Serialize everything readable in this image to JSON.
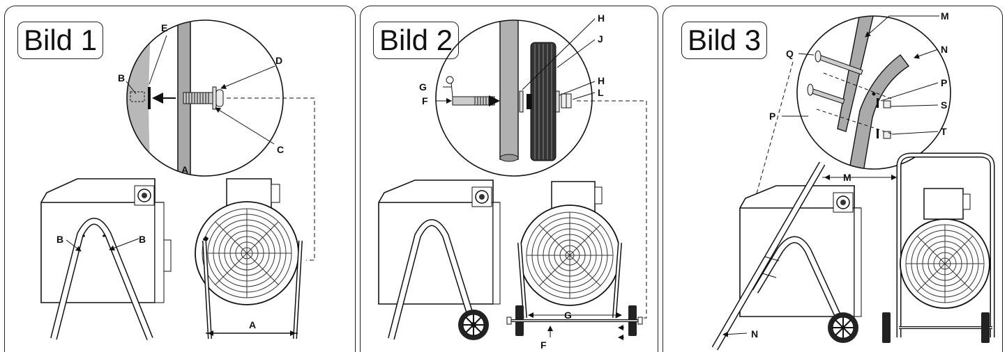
{
  "panels": [
    {
      "title": "Bild 1",
      "labels": {
        "E": "E",
        "D": "D",
        "B_top": "B",
        "C": "C",
        "A_inset": "A",
        "B_left": "B",
        "B_right": "B",
        "A_dim": "A"
      }
    },
    {
      "title": "Bild 2",
      "labels": {
        "H_top": "H",
        "J": "J",
        "H_mid": "H",
        "G_top": "G",
        "L": "L",
        "F_top": "F",
        "G_dim": "G",
        "F_bottom": "F"
      }
    },
    {
      "title": "Bild 3",
      "labels": {
        "M_top": "M",
        "N_top": "N",
        "Q": "Q",
        "P_right": "P",
        "S": "S",
        "P_left": "P",
        "T": "T",
        "M_dim": "M",
        "N_bottom": "N"
      }
    }
  ]
}
